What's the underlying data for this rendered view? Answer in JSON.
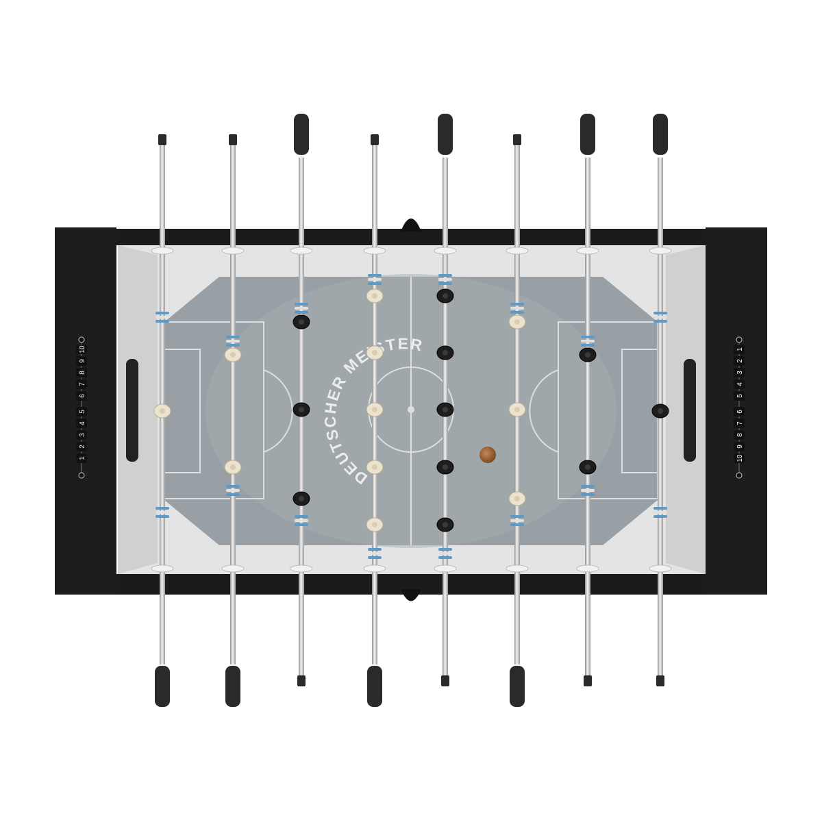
{
  "product": "foosball-table-top-view",
  "colors": {
    "cabinet": "#1b1b1b",
    "inner_wall": "#e8e8e8",
    "field": "#9aa1a6",
    "field_light": "#c6cacc",
    "line": "#d8dadb",
    "rod": "#c9c9c9",
    "handle": "#2a2a2a",
    "bumper": "#5d9bc6",
    "team_light": "#ece3cf",
    "team_dark": "#1e1e1e",
    "ball": "#a36a3b",
    "score_bead": "#111111"
  },
  "field_text": "DEUTSCHER MEISTER",
  "score_counter_left": [
    "10",
    "9",
    "8",
    "7",
    "6",
    "5",
    "4",
    "3",
    "2",
    "1"
  ],
  "score_counter_right": [
    "1",
    "2",
    "3",
    "4",
    "5",
    "6",
    "7",
    "8",
    "9",
    "10"
  ],
  "rods": [
    {
      "name": "rod-1",
      "team": "light",
      "players": 1,
      "handle": "bottom"
    },
    {
      "name": "rod-2",
      "team": "light",
      "players": 2,
      "handle": "bottom"
    },
    {
      "name": "rod-3",
      "team": "dark",
      "players": 3,
      "handle": "top"
    },
    {
      "name": "rod-4",
      "team": "light",
      "players": 5,
      "handle": "bottom"
    },
    {
      "name": "rod-5",
      "team": "dark",
      "players": 5,
      "handle": "top"
    },
    {
      "name": "rod-6",
      "team": "light",
      "players": 3,
      "handle": "bottom"
    },
    {
      "name": "rod-7",
      "team": "dark",
      "players": 2,
      "handle": "top"
    },
    {
      "name": "rod-8",
      "team": "dark",
      "players": 1,
      "handle": "top"
    }
  ]
}
